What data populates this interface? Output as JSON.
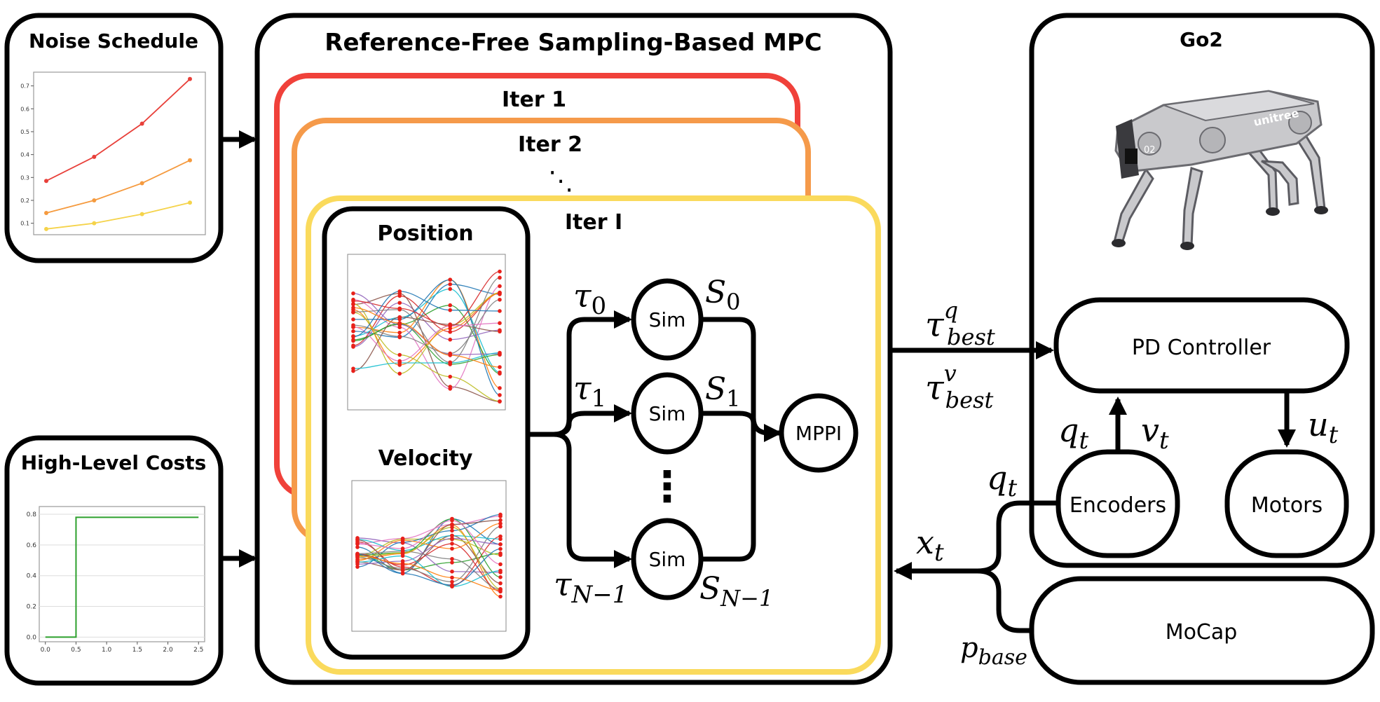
{
  "noise_schedule": {
    "title": "Noise Schedule",
    "y_ticks": [
      "0.7",
      "0.6",
      "0.5",
      "0.4",
      "0.3",
      "0.2",
      "0.1"
    ],
    "chart_data": {
      "type": "line",
      "x": [
        0,
        1,
        2,
        3
      ],
      "series": [
        {
          "values": [
            0.285,
            0.39,
            0.535,
            0.73
          ],
          "color": "#e8403a"
        },
        {
          "values": [
            0.145,
            0.2,
            0.275,
            0.375
          ],
          "color": "#f59a3e"
        },
        {
          "values": [
            0.075,
            0.1,
            0.14,
            0.19
          ],
          "color": "#f5d34a"
        }
      ],
      "ylim": [
        0.05,
        0.76
      ]
    }
  },
  "high_level_costs": {
    "title": "High-Level Costs",
    "x_ticks": [
      "0.0",
      "0.5",
      "1.0",
      "1.5",
      "2.0",
      "2.5"
    ],
    "y_ticks": [
      "0.8",
      "0.6",
      "0.4",
      "0.2",
      "0.0"
    ],
    "chart_data": {
      "type": "line",
      "x": [
        0.0,
        0.5,
        0.5,
        2.5
      ],
      "series": [
        {
          "values": [
            0.0,
            0.0,
            0.78,
            0.78
          ],
          "color": "#2ca02c"
        }
      ],
      "xlim": [
        -0.1,
        2.6
      ],
      "ylim": [
        -0.03,
        0.85
      ],
      "grid": true
    }
  },
  "mpc": {
    "title": "Reference-Free Sampling-Based MPC",
    "iters": [
      {
        "label": "Iter 1",
        "color": "#f0413a"
      },
      {
        "label": "Iter 2",
        "color": "#f59a4a"
      },
      {
        "label": "Iter I",
        "color": "#fada5c"
      }
    ],
    "ellipsis": "⋱",
    "panel": {
      "position_label": "Position",
      "velocity_label": "Velocity"
    },
    "sim_label": "Sim",
    "vdots": "⋮",
    "mppi_label": "MPPI",
    "taus": [
      {
        "base": "τ",
        "sub": "0"
      },
      {
        "base": "τ",
        "sub": "1"
      },
      {
        "base": "τ",
        "sub": "N−1"
      }
    ],
    "scores": [
      {
        "base": "S",
        "sub": "0"
      },
      {
        "base": "S",
        "sub": "1"
      },
      {
        "base": "S",
        "sub": "N−1"
      }
    ]
  },
  "go2": {
    "title": "Go2",
    "robot_brand": "unitree",
    "robot_side_label": "02",
    "pd_controller": "PD Controller",
    "encoders": "Encoders",
    "motors": "Motors",
    "q_t": {
      "base": "q",
      "sub": "t"
    },
    "v_t": {
      "base": "v",
      "sub": "t"
    },
    "u_t": {
      "base": "u",
      "sub": "t"
    }
  },
  "mocap": {
    "label": "MoCap"
  },
  "signals": {
    "tau_q": {
      "base": "τ",
      "sup": "q",
      "sub": "best"
    },
    "tau_v": {
      "base": "τ",
      "sup": "v",
      "sub": "best"
    },
    "q_t": {
      "base": "q",
      "sub": "t"
    },
    "x_t": {
      "base": "x",
      "sub": "t"
    },
    "p_base": {
      "base": "p",
      "sub": "base"
    }
  }
}
